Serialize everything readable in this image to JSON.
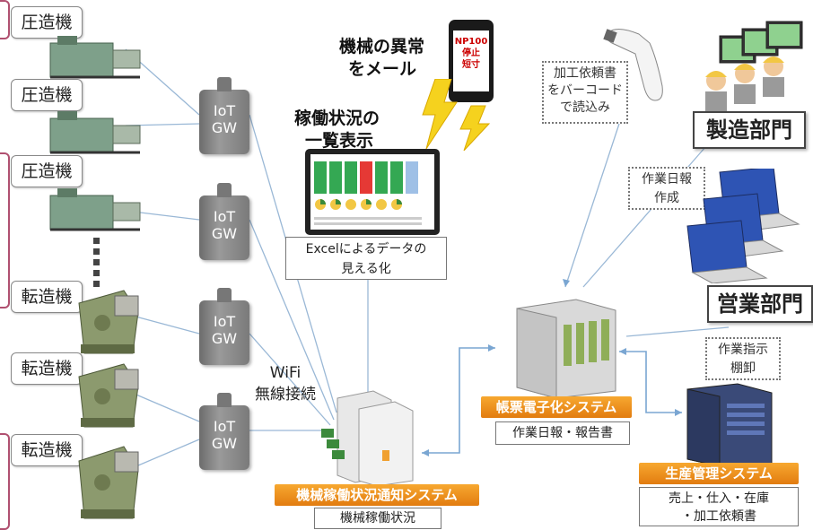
{
  "machines": [
    {
      "label": "圧造機"
    },
    {
      "label": "圧造機"
    },
    {
      "label": "圧造機"
    },
    {
      "label": "転造機"
    },
    {
      "label": "転造機"
    },
    {
      "label": "転造機"
    }
  ],
  "gateways": [
    {
      "line1": "IoT",
      "line2": "GW"
    },
    {
      "line1": "IoT",
      "line2": "GW"
    },
    {
      "line1": "IoT",
      "line2": "GW"
    },
    {
      "line1": "IoT",
      "line2": "GW"
    }
  ],
  "wifi": {
    "line1": "WiFi",
    "line2": "無線接続"
  },
  "alert": {
    "line1": "機械の異常",
    "line2": "をメール",
    "phone_line1": "NP100",
    "phone_line2": "停止",
    "phone_line3": "短寸"
  },
  "dashboard": {
    "line1": "稼働状況の",
    "line2": "一覧表示",
    "caption_line1": "Excelによるデータの",
    "caption_line2": "見える化"
  },
  "notify_system": {
    "title": "機械稼働状況通知システム",
    "sub": "機械稼働状況"
  },
  "report_system": {
    "title": "帳票電子化システム",
    "sub": "作業日報・報告書"
  },
  "production_system": {
    "title": "生産管理システム",
    "sub_line1": "売上・仕入・在庫",
    "sub_line2": "・加工依頼書"
  },
  "barcode_note": {
    "line1": "加工依頼書",
    "line2": "をバーコード",
    "line3": "で読込み"
  },
  "daily_note": {
    "line1": "作業日報",
    "line2": "作成"
  },
  "instruction_note": {
    "line1": "作業指示",
    "line2": "棚卸"
  },
  "manufacturing": {
    "label": "製造部門"
  },
  "sales": {
    "label": "営業部門"
  },
  "colors": {
    "orange": "#f08c1e",
    "line": "#8aaed0",
    "machine_green": "#7a9a78",
    "frame": "#b05070"
  }
}
